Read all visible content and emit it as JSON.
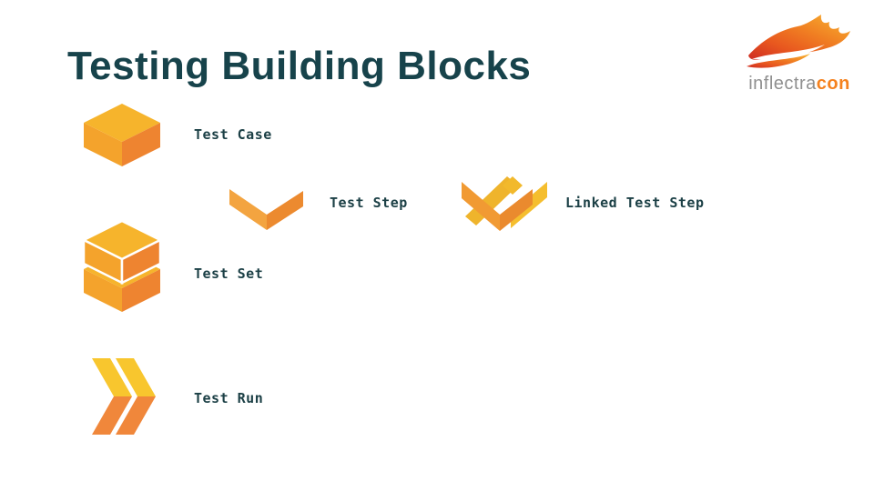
{
  "slide": {
    "title": "Testing Building Blocks",
    "title_color": "#17434B",
    "background_color": "#FFFFFF",
    "label_color": "#1C4046"
  },
  "logo": {
    "brand_gray": "inflectra",
    "brand_orange": "con",
    "flame_icon": "flame-icon",
    "flame_colors": [
      "#CE2B22",
      "#E8571F",
      "#F07E22",
      "#F5A02B",
      "#F9C337"
    ]
  },
  "blocks": [
    {
      "id": "test-case",
      "label": "Test Case",
      "icon": "cube-icon"
    },
    {
      "id": "test-step",
      "label": "Test Step",
      "icon": "chevron-down-icon"
    },
    {
      "id": "linked-test-step",
      "label": "Linked Test Step",
      "icon": "linked-chevrons-icon"
    },
    {
      "id": "test-set",
      "label": "Test Set",
      "icon": "stacked-cubes-icon"
    },
    {
      "id": "test-run",
      "label": "Test Run",
      "icon": "double-chevron-right-icon"
    }
  ],
  "icon_colors": {
    "cube_top": "#F6B42C",
    "cube_left": "#F4A32C",
    "cube_right": "#EE8430",
    "chevron_light_orange": "#F3A440",
    "chevron_dark_orange": "#EC8A2F",
    "run_yellow": "#F8C62E",
    "run_orange": "#F0873B",
    "linked_yellow": "#F2B92C",
    "linked_orange": "#F19A33"
  }
}
